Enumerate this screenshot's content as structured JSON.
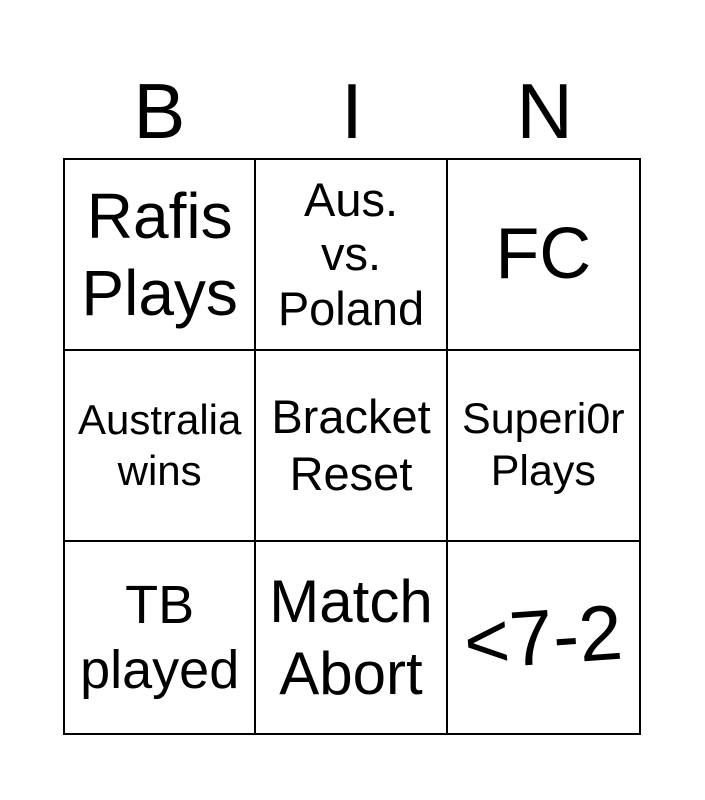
{
  "card": {
    "kind": "bingo-card",
    "colors": {
      "background": "#ffffff",
      "grid_border": "#000000",
      "text": "#000000"
    },
    "header_letters": [
      "B",
      "I",
      "N"
    ],
    "grid": {
      "rows": 3,
      "cols": 3
    },
    "cells": [
      {
        "row": 1,
        "col": 1,
        "text": "Rafis\nPlays"
      },
      {
        "row": 1,
        "col": 2,
        "text": "Aus.\nvs.\nPoland"
      },
      {
        "row": 1,
        "col": 3,
        "text": "FC"
      },
      {
        "row": 2,
        "col": 1,
        "text": "Australia\nwins"
      },
      {
        "row": 2,
        "col": 2,
        "text": "Bracket\nReset"
      },
      {
        "row": 2,
        "col": 3,
        "text": "Superi0r\nPlays"
      },
      {
        "row": 3,
        "col": 1,
        "text": "TB\nplayed"
      },
      {
        "row": 3,
        "col": 2,
        "text": "Match\nAbort"
      },
      {
        "row": 3,
        "col": 3,
        "text": "<7-2"
      }
    ]
  }
}
